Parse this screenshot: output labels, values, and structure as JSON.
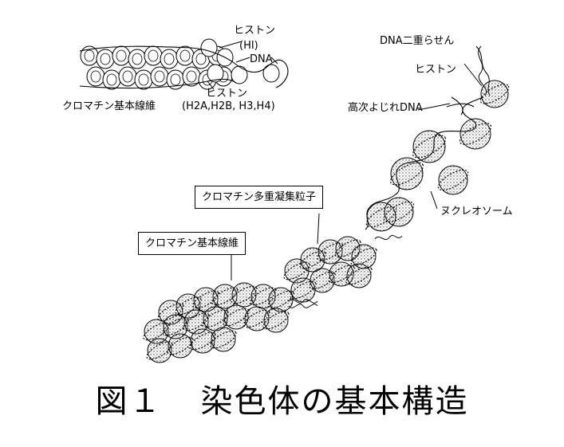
{
  "labels": {
    "histone_h1": "ヒストン",
    "h1": "(HI)",
    "dna_top": "DNA",
    "histone_core": "ヒストン",
    "core_types": "(H2A,H2B, H3,H4)",
    "fiber_top": "クロマチン基本線維",
    "dna_double": "DNA二重らせん",
    "histone_right": "ヒストン",
    "supercoil": "高次よじれDNA",
    "nucleosome": "ヌクレオソーム",
    "multi_particle": "クロマチン多重凝集粒子",
    "fiber_box": "クロマチン基本線維"
  },
  "caption": {
    "number": "図１",
    "title": "染色体の基本構造"
  }
}
